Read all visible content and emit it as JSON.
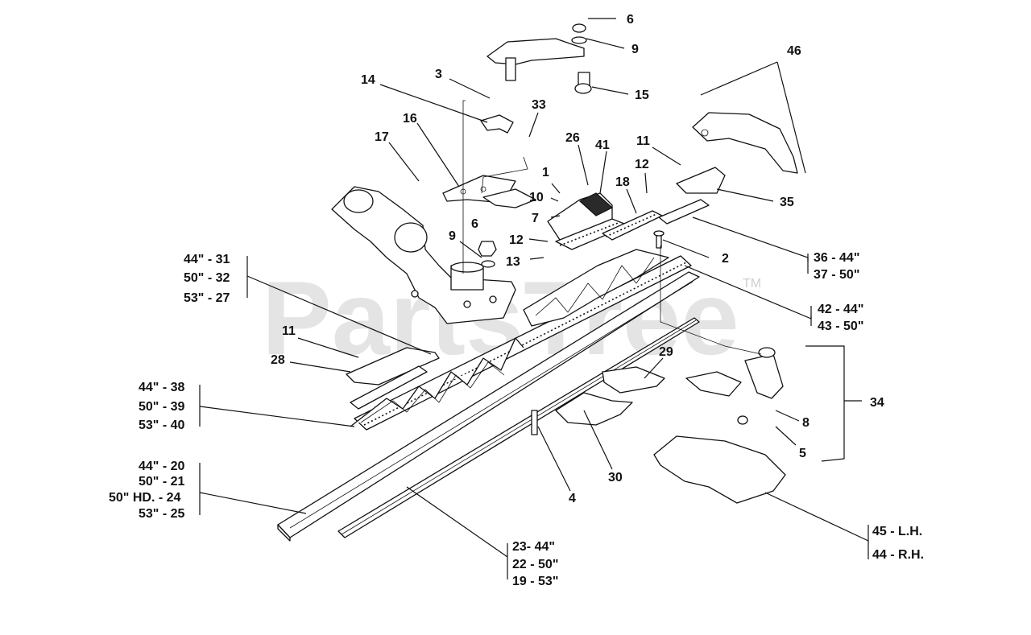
{
  "watermark": {
    "text": "PartsTree",
    "tm": "TM"
  },
  "callouts": {
    "c1": "1",
    "c2": "2",
    "c3": "3",
    "c4": "4",
    "c5": "5",
    "c6a": "6",
    "c6b": "6",
    "c7": "7",
    "c8": "8",
    "c9a": "9",
    "c9b": "9",
    "c10": "10",
    "c11a": "11",
    "c11b": "11",
    "c12a": "12",
    "c12b": "12",
    "c13": "13",
    "c14": "14",
    "c15": "15",
    "c16": "16",
    "c17": "17",
    "c18": "18",
    "c26": "26",
    "c28": "28",
    "c29": "29",
    "c30": "30",
    "c33": "33",
    "c34": "34",
    "c35": "35",
    "c41": "41",
    "c46": "46"
  },
  "label_groups": {
    "spacer_31_32_27": [
      "44\" - 31",
      "50\" - 32",
      "53\" - 27"
    ],
    "sections_38_39_40": [
      "44\" - 38",
      "50\" - 39",
      "53\" - 40"
    ],
    "bar_20_21_24_25": [
      "44\" - 20",
      "50\" - 21",
      "50\" HD. - 24",
      "53\" - 25"
    ],
    "knife_23_22_19": [
      "23- 44\"",
      "22 - 50\"",
      "19 - 53\""
    ],
    "plate_36_37": [
      "36 - 44\"",
      "37 - 50\""
    ],
    "guard_42_43": [
      "42 - 44\"",
      "43 - 50\""
    ],
    "shoe_45_44": [
      "45 - L.H.",
      "44 - R.H."
    ]
  },
  "colors": {
    "ink": "#111111",
    "watermark": "#cfcfcf",
    "background": "#ffffff"
  }
}
